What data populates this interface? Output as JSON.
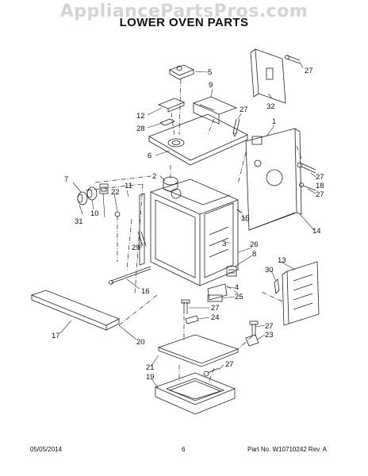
{
  "watermark": "AppliancePartsPros.com",
  "title": "LOWER OVEN PARTS",
  "callouts": [
    "1",
    "2",
    "3",
    "4",
    "5",
    "6",
    "7",
    "8",
    "9",
    "10",
    "11",
    "12",
    "13",
    "14",
    "15",
    "16",
    "17",
    "18",
    "19",
    "20",
    "21",
    "22",
    "23",
    "24",
    "25",
    "26",
    "27",
    "28",
    "29",
    "30",
    "31",
    "32"
  ],
  "footer": {
    "date": "05/05/2014",
    "page": "6",
    "part_no": "Part No.  W10710242  Rev.  A"
  }
}
